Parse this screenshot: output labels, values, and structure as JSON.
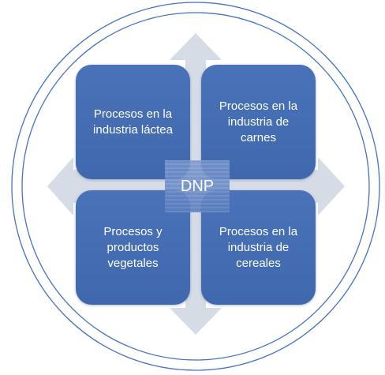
{
  "diagram": {
    "quadrants": [
      {
        "label": "Procesos en la\nindustria láctea"
      },
      {
        "label": "Procesos en la\nindustria de\ncarnes"
      },
      {
        "label": "Procesos y\nproductos\nvegetales"
      },
      {
        "label": "Procesos en la\nindustria de\ncereales"
      }
    ],
    "center_label": "DNP"
  },
  "colors": {
    "box_fill": "#4472C4",
    "arrow_fill": "#D6DCE5",
    "circle_stroke": "#4472C4"
  }
}
